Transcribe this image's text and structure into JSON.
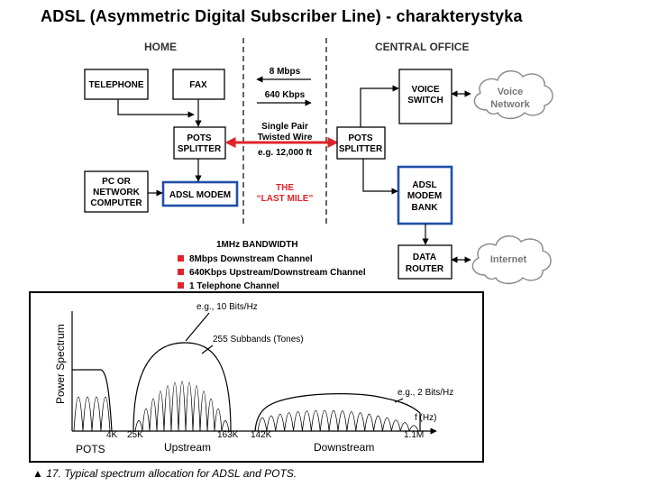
{
  "slide_title": "ADSL (Asymmetric Digital Subscriber Line) - charakterystyka",
  "network": {
    "home_header": "HOME",
    "office_header": "CENTRAL OFFICE",
    "telephone": "TELEPHONE",
    "fax": "FAX",
    "pots_splitter_home": [
      "POTS",
      "SPLITTER"
    ],
    "pc": [
      "PC OR",
      "NETWORK",
      "COMPUTER"
    ],
    "adsl_modem": "ADSL MODEM",
    "downstream_rate": "8 Mbps",
    "upstream_rate": "640 Kbps",
    "link_desc": [
      "Single Pair",
      "Twisted Wire",
      "e.g. 12,000 ft"
    ],
    "last_mile": [
      "THE",
      "“LAST MILE”"
    ],
    "pots_splitter_office": [
      "POTS",
      "SPLITTER"
    ],
    "voice_switch": [
      "VOICE",
      "SWITCH"
    ],
    "adsl_modem_bank": [
      "ADSL",
      "MODEM",
      "BANK"
    ],
    "data_router": [
      "DATA",
      "ROUTER"
    ],
    "voice_network": [
      "Voice",
      "Network"
    ],
    "internet": "Internet",
    "bandwidth_title": "1MHz BANDWIDTH",
    "legend": [
      "8Mbps Downstream Channel",
      "640Kbps Upstream/Downstream Channel",
      "1 Telephone Channel"
    ],
    "accent_red": "#e0232b",
    "accent_blue": "#1f4fa8"
  },
  "spectrum": {
    "ylabel": "Power Spectrum",
    "annotation_top": "e.g., 10 Bits/Hz",
    "annotation_subbands": "255 Subbands (Tones)",
    "annotation_right": "e.g., 2 Bits/Hz",
    "axis_unit": "f (Hz)",
    "ticks": [
      "4K",
      "25K",
      "163K",
      "142K",
      "1.1M"
    ],
    "bands": [
      "POTS",
      "Upstream",
      "Downstream"
    ],
    "caption": "▲ 17. Typical spectrum allocation for ADSL and POTS."
  }
}
